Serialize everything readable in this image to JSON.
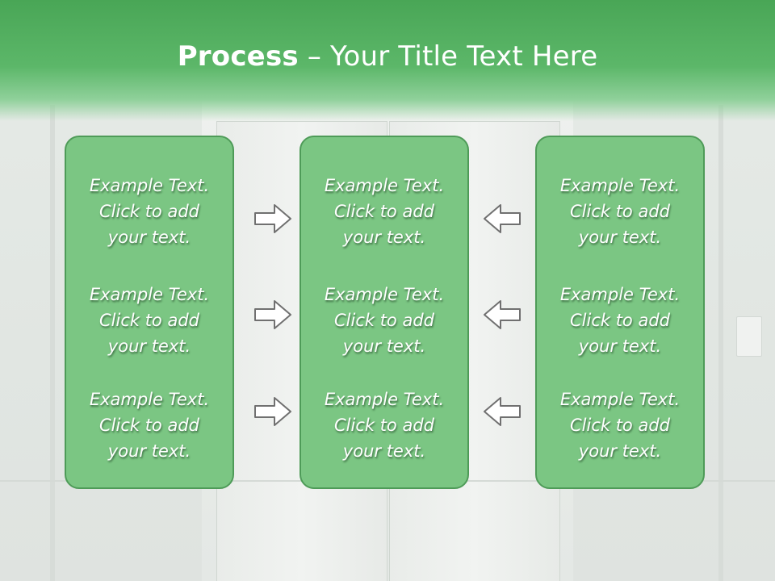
{
  "title": {
    "bold": "Process",
    "rest": " – Your Title Text Here"
  },
  "boxes": [
    {
      "items": [
        {
          "line1": "Example Text.",
          "line2": "Click  to add",
          "line3": "your text."
        },
        {
          "line1": "Example Text.",
          "line2": "Click  to add",
          "line3": "your text."
        },
        {
          "line1": "Example Text.",
          "line2": "Click  to add",
          "line3": "your text."
        }
      ]
    },
    {
      "items": [
        {
          "line1": "Example Text.",
          "line2": "Click  to add",
          "line3": "your text."
        },
        {
          "line1": "Example Text.",
          "line2": "Click  to add",
          "line3": "your text."
        },
        {
          "line1": "Example Text.",
          "line2": "Click  to add",
          "line3": "your text."
        }
      ]
    },
    {
      "items": [
        {
          "line1": "Example Text.",
          "line2": "Click  to add",
          "line3": "your text."
        },
        {
          "line1": "Example Text.",
          "line2": "Click  to add",
          "line3": "your text."
        },
        {
          "line1": "Example Text.",
          "line2": "Click  to add",
          "line3": "your text."
        }
      ]
    }
  ],
  "arrows": {
    "left_column_direction": "right",
    "right_column_direction": "left",
    "icon": "outline-arrow-icon"
  },
  "colors": {
    "title_bar": "#5cb769",
    "box_fill": "#7bc683",
    "box_border": "#4e9b58",
    "arrow_fill": "#ffffff",
    "arrow_stroke": "#707070",
    "text": "#ffffff"
  }
}
